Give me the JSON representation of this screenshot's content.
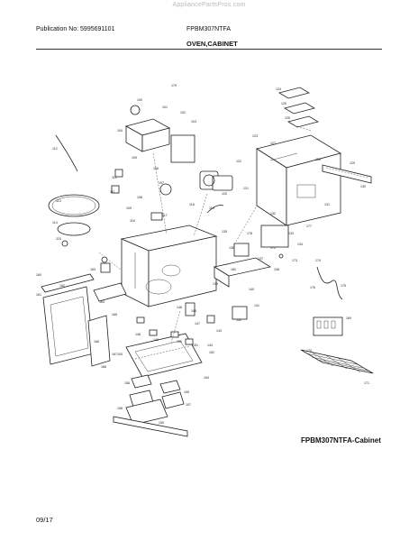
{
  "watermark": "AppliancePartsPros.com",
  "header": {
    "publication": "Publication No: 5995691101",
    "model": "FPBM307NTFA",
    "section_title": "OVEN,CABINET"
  },
  "diagram": {
    "caption": "FPBM307NTFA-Cabinet",
    "callouts": [
      "100",
      "101",
      "102",
      "103",
      "104",
      "105",
      "106",
      "107",
      "108",
      "109",
      "110",
      "111",
      "112",
      "113",
      "114",
      "115",
      "116",
      "117",
      "118",
      "119",
      "120",
      "121",
      "122",
      "123",
      "124",
      "125",
      "126",
      "127",
      "128",
      "129",
      "130",
      "131",
      "132",
      "133",
      "134",
      "135",
      "136",
      "137",
      "138",
      "139",
      "140",
      "141",
      "142",
      "143",
      "144",
      "145",
      "146",
      "147",
      "148",
      "149",
      "150",
      "151",
      "152",
      "153",
      "154",
      "155",
      "156",
      "157",
      "158",
      "159",
      "160",
      "161",
      "162",
      "163",
      "164",
      "165",
      "166",
      "167",
      "168",
      "169",
      "170",
      "171",
      "172",
      "173",
      "174",
      "175",
      "176",
      "177",
      "178",
      "179",
      "180"
    ]
  },
  "footer": {
    "date": "09/17"
  }
}
